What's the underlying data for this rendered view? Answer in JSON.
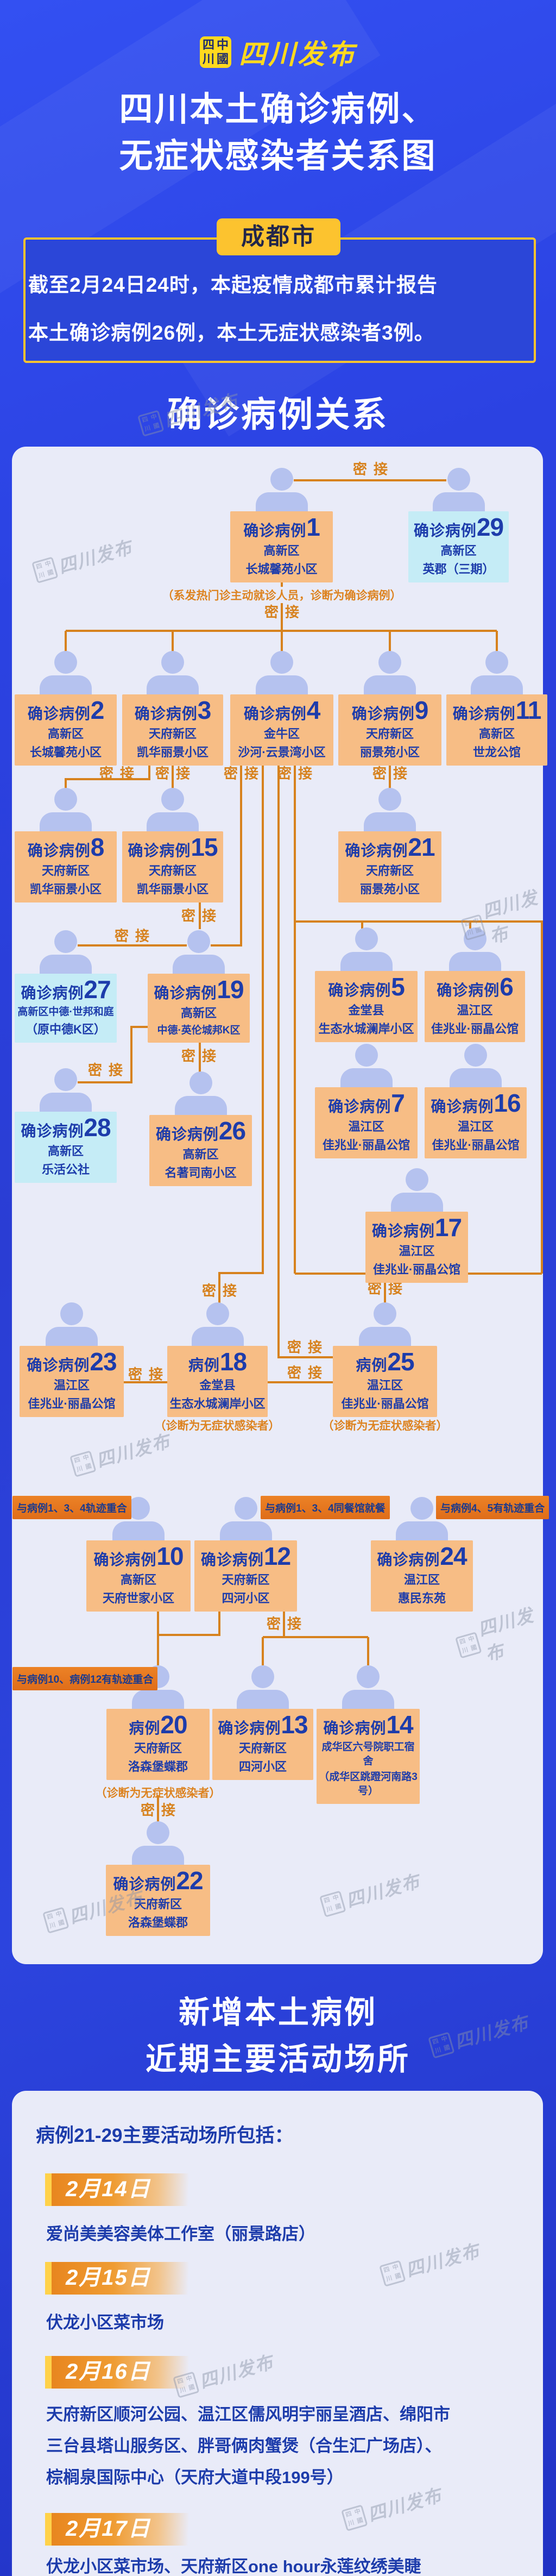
{
  "header": {
    "seal_chars": [
      "四",
      "中",
      "川",
      "國"
    ],
    "logo_text": "四川发布",
    "title_line1": "四川本土确诊病例、",
    "title_line2": "无症状感染者关系图"
  },
  "chengdu_box": {
    "tab": "成都市",
    "line1": "截至2月24日24时，本起疫情成都市累计报告",
    "line2": "本土确诊病例26例，本土无症状感染者3例。"
  },
  "relation_section": {
    "title": "确诊病例关系",
    "contact_label": "密接",
    "cases": [
      {
        "label": "确诊病例",
        "num": "1",
        "variant": "orange",
        "lines": [
          "高新区",
          "长城馨苑小区"
        ]
      },
      {
        "label": "确诊病例",
        "num": "29",
        "variant": "cyan",
        "lines": [
          "高新区",
          "英郡（三期）"
        ]
      },
      {
        "label": "确诊病例",
        "num": "2",
        "variant": "orange",
        "lines": [
          "高新区",
          "长城馨苑小区"
        ]
      },
      {
        "label": "确诊病例",
        "num": "3",
        "variant": "orange",
        "lines": [
          "天府新区",
          "凯华丽景小区"
        ]
      },
      {
        "label": "确诊病例",
        "num": "4",
        "variant": "orange",
        "lines": [
          "金牛区",
          "沙河·云景湾小区"
        ]
      },
      {
        "label": "确诊病例",
        "num": "9",
        "variant": "orange",
        "lines": [
          "天府新区",
          "丽景苑小区"
        ]
      },
      {
        "label": "确诊病例",
        "num": "11",
        "variant": "orange",
        "lines": [
          "高新区",
          "世龙公馆"
        ]
      },
      {
        "label": "确诊病例",
        "num": "8",
        "variant": "orange",
        "lines": [
          "天府新区",
          "凯华丽景小区"
        ]
      },
      {
        "label": "确诊病例",
        "num": "15",
        "variant": "orange",
        "lines": [
          "天府新区",
          "凯华丽景小区"
        ]
      },
      {
        "label": "确诊病例",
        "num": "21",
        "variant": "orange",
        "lines": [
          "天府新区",
          "丽景苑小区"
        ]
      },
      {
        "label": "确诊病例",
        "num": "27",
        "variant": "cyan",
        "lines": [
          "高新区中德·世邦和庭",
          "（原中德K区）"
        ]
      },
      {
        "label": "确诊病例",
        "num": "19",
        "variant": "orange",
        "lines": [
          "高新区",
          "中德·英伦城邦K区"
        ]
      },
      {
        "label": "确诊病例",
        "num": "5",
        "variant": "orange",
        "lines": [
          "金堂县",
          "生态水城澜岸小区"
        ]
      },
      {
        "label": "确诊病例",
        "num": "6",
        "variant": "orange",
        "lines": [
          "温江区",
          "佳兆业·丽晶公馆"
        ]
      },
      {
        "label": "确诊病例",
        "num": "28",
        "variant": "cyan",
        "lines": [
          "高新区",
          "乐活公社"
        ]
      },
      {
        "label": "确诊病例",
        "num": "26",
        "variant": "orange",
        "lines": [
          "高新区",
          "名著司南小区"
        ]
      },
      {
        "label": "确诊病例",
        "num": "7",
        "variant": "orange",
        "lines": [
          "温江区",
          "佳兆业·丽晶公馆"
        ]
      },
      {
        "label": "确诊病例",
        "num": "16",
        "variant": "orange",
        "lines": [
          "温江区",
          "佳兆业·丽晶公馆"
        ]
      },
      {
        "label": "确诊病例",
        "num": "17",
        "variant": "orange",
        "lines": [
          "温江区",
          "佳兆业·丽晶公馆"
        ]
      },
      {
        "label": "确诊病例",
        "num": "23",
        "variant": "orange",
        "lines": [
          "温江区",
          "佳兆业·丽晶公馆"
        ]
      },
      {
        "label": "病例",
        "num": "18",
        "variant": "orange",
        "lines": [
          "金堂县",
          "生态水城澜岸小区"
        ]
      },
      {
        "label": "病例",
        "num": "25",
        "variant": "orange",
        "lines": [
          "温江区",
          "佳兆业·丽晶公馆"
        ]
      },
      {
        "label": "确诊病例",
        "num": "10",
        "variant": "orange",
        "lines": [
          "高新区",
          "天府世家小区"
        ]
      },
      {
        "label": "确诊病例",
        "num": "12",
        "variant": "orange",
        "lines": [
          "天府新区",
          "四河小区"
        ]
      },
      {
        "label": "确诊病例",
        "num": "24",
        "variant": "orange",
        "lines": [
          "温江区",
          "惠民东苑"
        ]
      },
      {
        "label": "病例",
        "num": "20",
        "variant": "orange",
        "lines": [
          "天府新区",
          "洛森堡蝶郡"
        ]
      },
      {
        "label": "确诊病例",
        "num": "13",
        "variant": "orange",
        "lines": [
          "天府新区",
          "四河小区"
        ]
      },
      {
        "label": "确诊病例",
        "num": "14",
        "variant": "orange",
        "lines": [
          "成华区六号院职工宿舍",
          "（成华区跳蹬河南路3号）"
        ]
      },
      {
        "label": "确诊病例",
        "num": "22",
        "variant": "orange",
        "lines": [
          "天府新区",
          "洛森堡蝶郡"
        ]
      }
    ],
    "notes": [
      "（系发热门诊主动就诊人员，诊断为确诊病例）",
      "（诊断为无症状感染者）",
      "（诊断为无症状感染者）",
      "（诊断为无症状感染者）"
    ],
    "tags": [
      "与病例1、3、4轨迹重合",
      "与病例1、3、4同餐馆就餐",
      "与病例4、5有轨迹重合",
      "与病例10、病例12有轨迹重合"
    ]
  },
  "activity_section": {
    "title_line1": "新增本土病例",
    "title_line2": "近期主要活动场所",
    "panel_title": "病例21-29主要活动场所包括：",
    "entries": [
      {
        "date": "2月14日",
        "lines": [
          "爱尚美美容美体工作室（丽景路店）"
        ]
      },
      {
        "date": "2月15日",
        "lines": [
          "伏龙小区菜市场"
        ]
      },
      {
        "date": "2月16日",
        "lines": [
          "天府新区顺河公园、温江区儒风明宇丽呈酒店、绵阳市",
          "三台县塔山服务区、胖哥俩肉蟹煲（合生汇广场店）、",
          "棕榈泉国际中心（天府大道中段199号）"
        ]
      },
      {
        "date": "2月17日",
        "lines": [
          "伏龙小区菜市场、天府新区one hour永莲纹绣美睫"
        ]
      }
    ]
  },
  "watermark_text": "四川发布",
  "colors": {
    "bg_blue": "#2b40da",
    "yellow": "#fcc32f",
    "logo_yellow": "#ffd91e",
    "panel": "#e9ebf8",
    "node_orange": "#f7bd85",
    "node_cyan": "#c5ecf6",
    "text_blue": "#1d3cab",
    "line_orange": "#d7821e",
    "tag_orange": "#e2711d",
    "banner_orange": "#ec8a25"
  }
}
